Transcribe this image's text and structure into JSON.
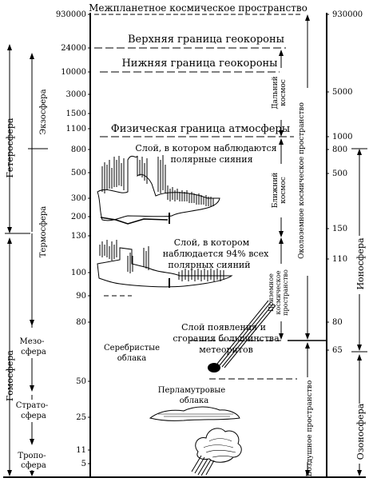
{
  "top_title": "Межпланетное космическое пространство",
  "left_ticks": [
    "930000",
    "24000",
    "10000",
    "3000",
    "1500",
    "1100",
    "800",
    "500",
    "300",
    "200",
    "130",
    "100",
    "90",
    "80",
    "50",
    "25",
    "11",
    "5"
  ],
  "right_ticks": [
    "930000",
    "5000",
    "1000",
    "800",
    "500",
    "150",
    "110",
    "80",
    "65"
  ],
  "boundaries": {
    "upper_geocorona": "Верхняя граница геокороны",
    "lower_geocorona": "Нижняя граница геокороны",
    "physical": "Физическая граница атмосферы"
  },
  "left_column": {
    "heterosphere": "Гетеросфера",
    "homosphere": "Гомосфера",
    "exosphere": "Экзосфера",
    "thermosphere": "Термосфера",
    "mesosphere": [
      "Мезо-",
      "сфера"
    ],
    "stratosphere": [
      "Страто-",
      "сфера"
    ],
    "troposphere": [
      "Тропо-",
      "сфера"
    ]
  },
  "right_column": {
    "far_space": [
      "Дальний",
      "космос"
    ],
    "near_space": [
      "Ближний",
      "космос"
    ],
    "near_earth_space": [
      "Приземное",
      "космическое",
      "пространство"
    ],
    "circumterrestrial": "Околоземное космическое пространство",
    "air_space": "Воздушное пространство",
    "ionosphere": "Ионосфера",
    "ozonosphere": "Озоносфера"
  },
  "center_labels": {
    "aurora_layer": [
      "Слой, в котором наблюдаются",
      "полярные сияния"
    ],
    "aurora_94": [
      "Слой, в котором",
      "наблюдается 94% всех",
      "полярных сияний"
    ],
    "meteors": [
      "Слой появления и",
      "сгорания большинства",
      "метеоритов"
    ],
    "noctilucent": [
      "Серебристые",
      "облака"
    ],
    "nacreous": [
      "Перламутровые",
      "облака"
    ]
  }
}
